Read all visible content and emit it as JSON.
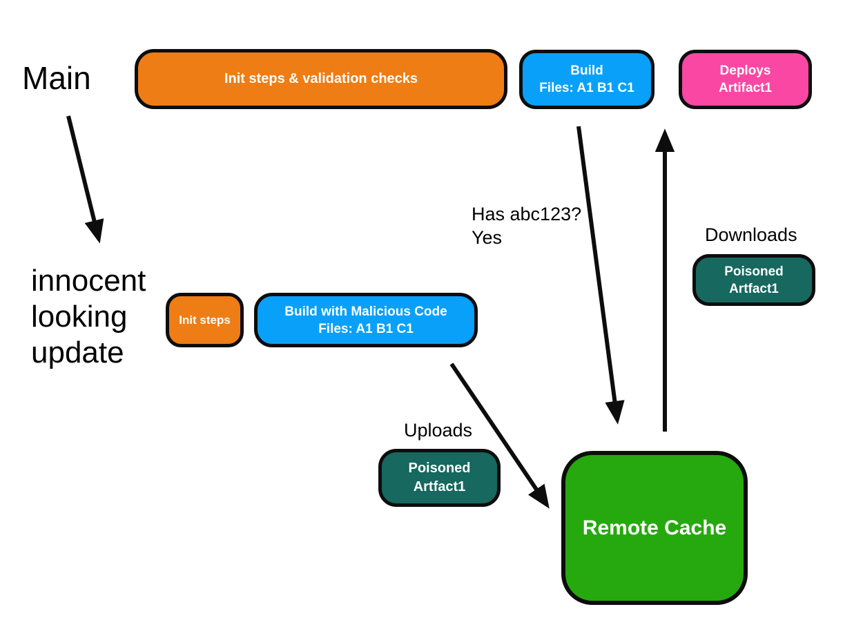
{
  "diagram": {
    "labels": {
      "main": "Main",
      "innocent_update": "innocent\nlooking\nupdate",
      "has_abc": "Has abc123?\nYes",
      "uploads": "Uploads",
      "downloads": "Downloads"
    },
    "nodes": {
      "init_validation": "Init steps & validation checks",
      "build": "Build\nFiles: A1 B1 C1",
      "deploys": "Deploys\nArtifact1",
      "init_steps": "Init steps",
      "build_malicious": "Build with Malicious Code\nFiles: A1 B1 C1",
      "poisoned_upload": "Poisoned\nArtfact1",
      "poisoned_download": "Poisoned\nArtfact1",
      "remote_cache": "Remote Cache"
    },
    "colors": {
      "orange": "#ee7d16",
      "blue": "#09a0f9",
      "pink": "#fa47a4",
      "teal": "#17685f",
      "green": "#26a90e",
      "arrow_black": "#0d0d0d",
      "node_text": "#ffffff",
      "label_text": "#000000"
    }
  }
}
